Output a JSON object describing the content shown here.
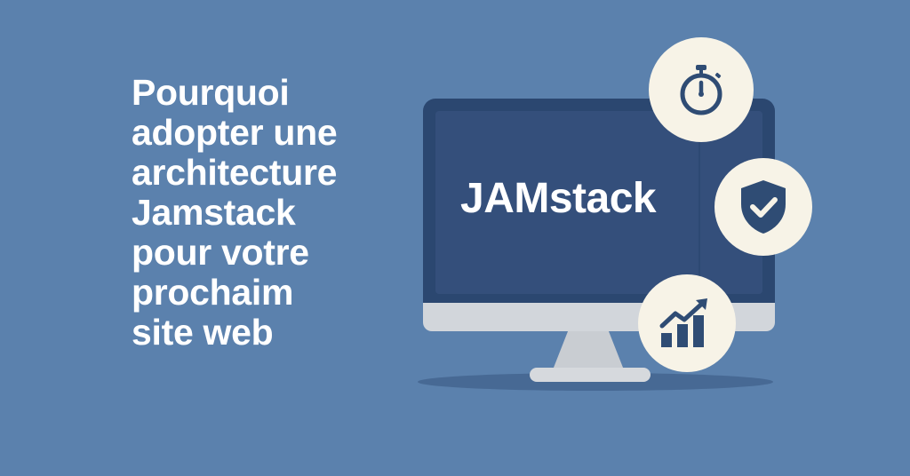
{
  "headline": {
    "lines": [
      "Pourquoi",
      "adopter une",
      "architecture",
      "Jamstack",
      "pour votre",
      "prochaim",
      "site web"
    ]
  },
  "screen": {
    "title": "JAMstack"
  },
  "icons": {
    "timer": "stopwatch-icon",
    "shield": "shield-check-icon",
    "growth": "bar-chart-growth-icon"
  },
  "colors": {
    "background": "#5b81ad",
    "monitor_frame": "#2b4770",
    "monitor_screen": "#344f7b",
    "badge": "#f7f3e7",
    "icon": "#2f4c74"
  }
}
